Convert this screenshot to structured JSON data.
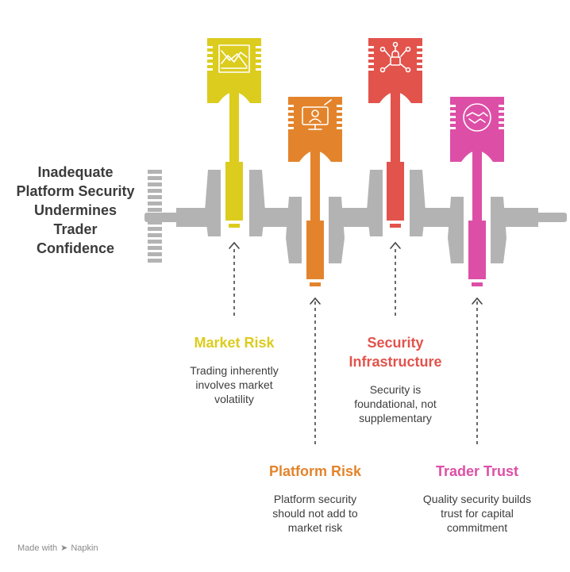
{
  "title": "Inadequate Platform Security Undermines Trader Confidence",
  "footer": {
    "made_with": "Made with",
    "brand": "Napkin"
  },
  "colors": {
    "yellow": "#dccc1e",
    "orange": "#e3842c",
    "red": "#e2534c",
    "pink": "#dd4fa6",
    "gray": "#b3b3b3"
  },
  "items": [
    {
      "label": "Market Risk",
      "desc": "Trading inherently involves market volatility",
      "icon": "chart-icon"
    },
    {
      "label": "Platform Risk",
      "desc": "Platform security should not add to market risk",
      "icon": "monitor-user-icon"
    },
    {
      "label": "Security Infrastructure",
      "desc": "Security is foundational, not supplementary",
      "icon": "lock-network-icon"
    },
    {
      "label": "Trader Trust",
      "desc": "Quality security builds trust for capital commitment",
      "icon": "handshake-icon"
    }
  ]
}
